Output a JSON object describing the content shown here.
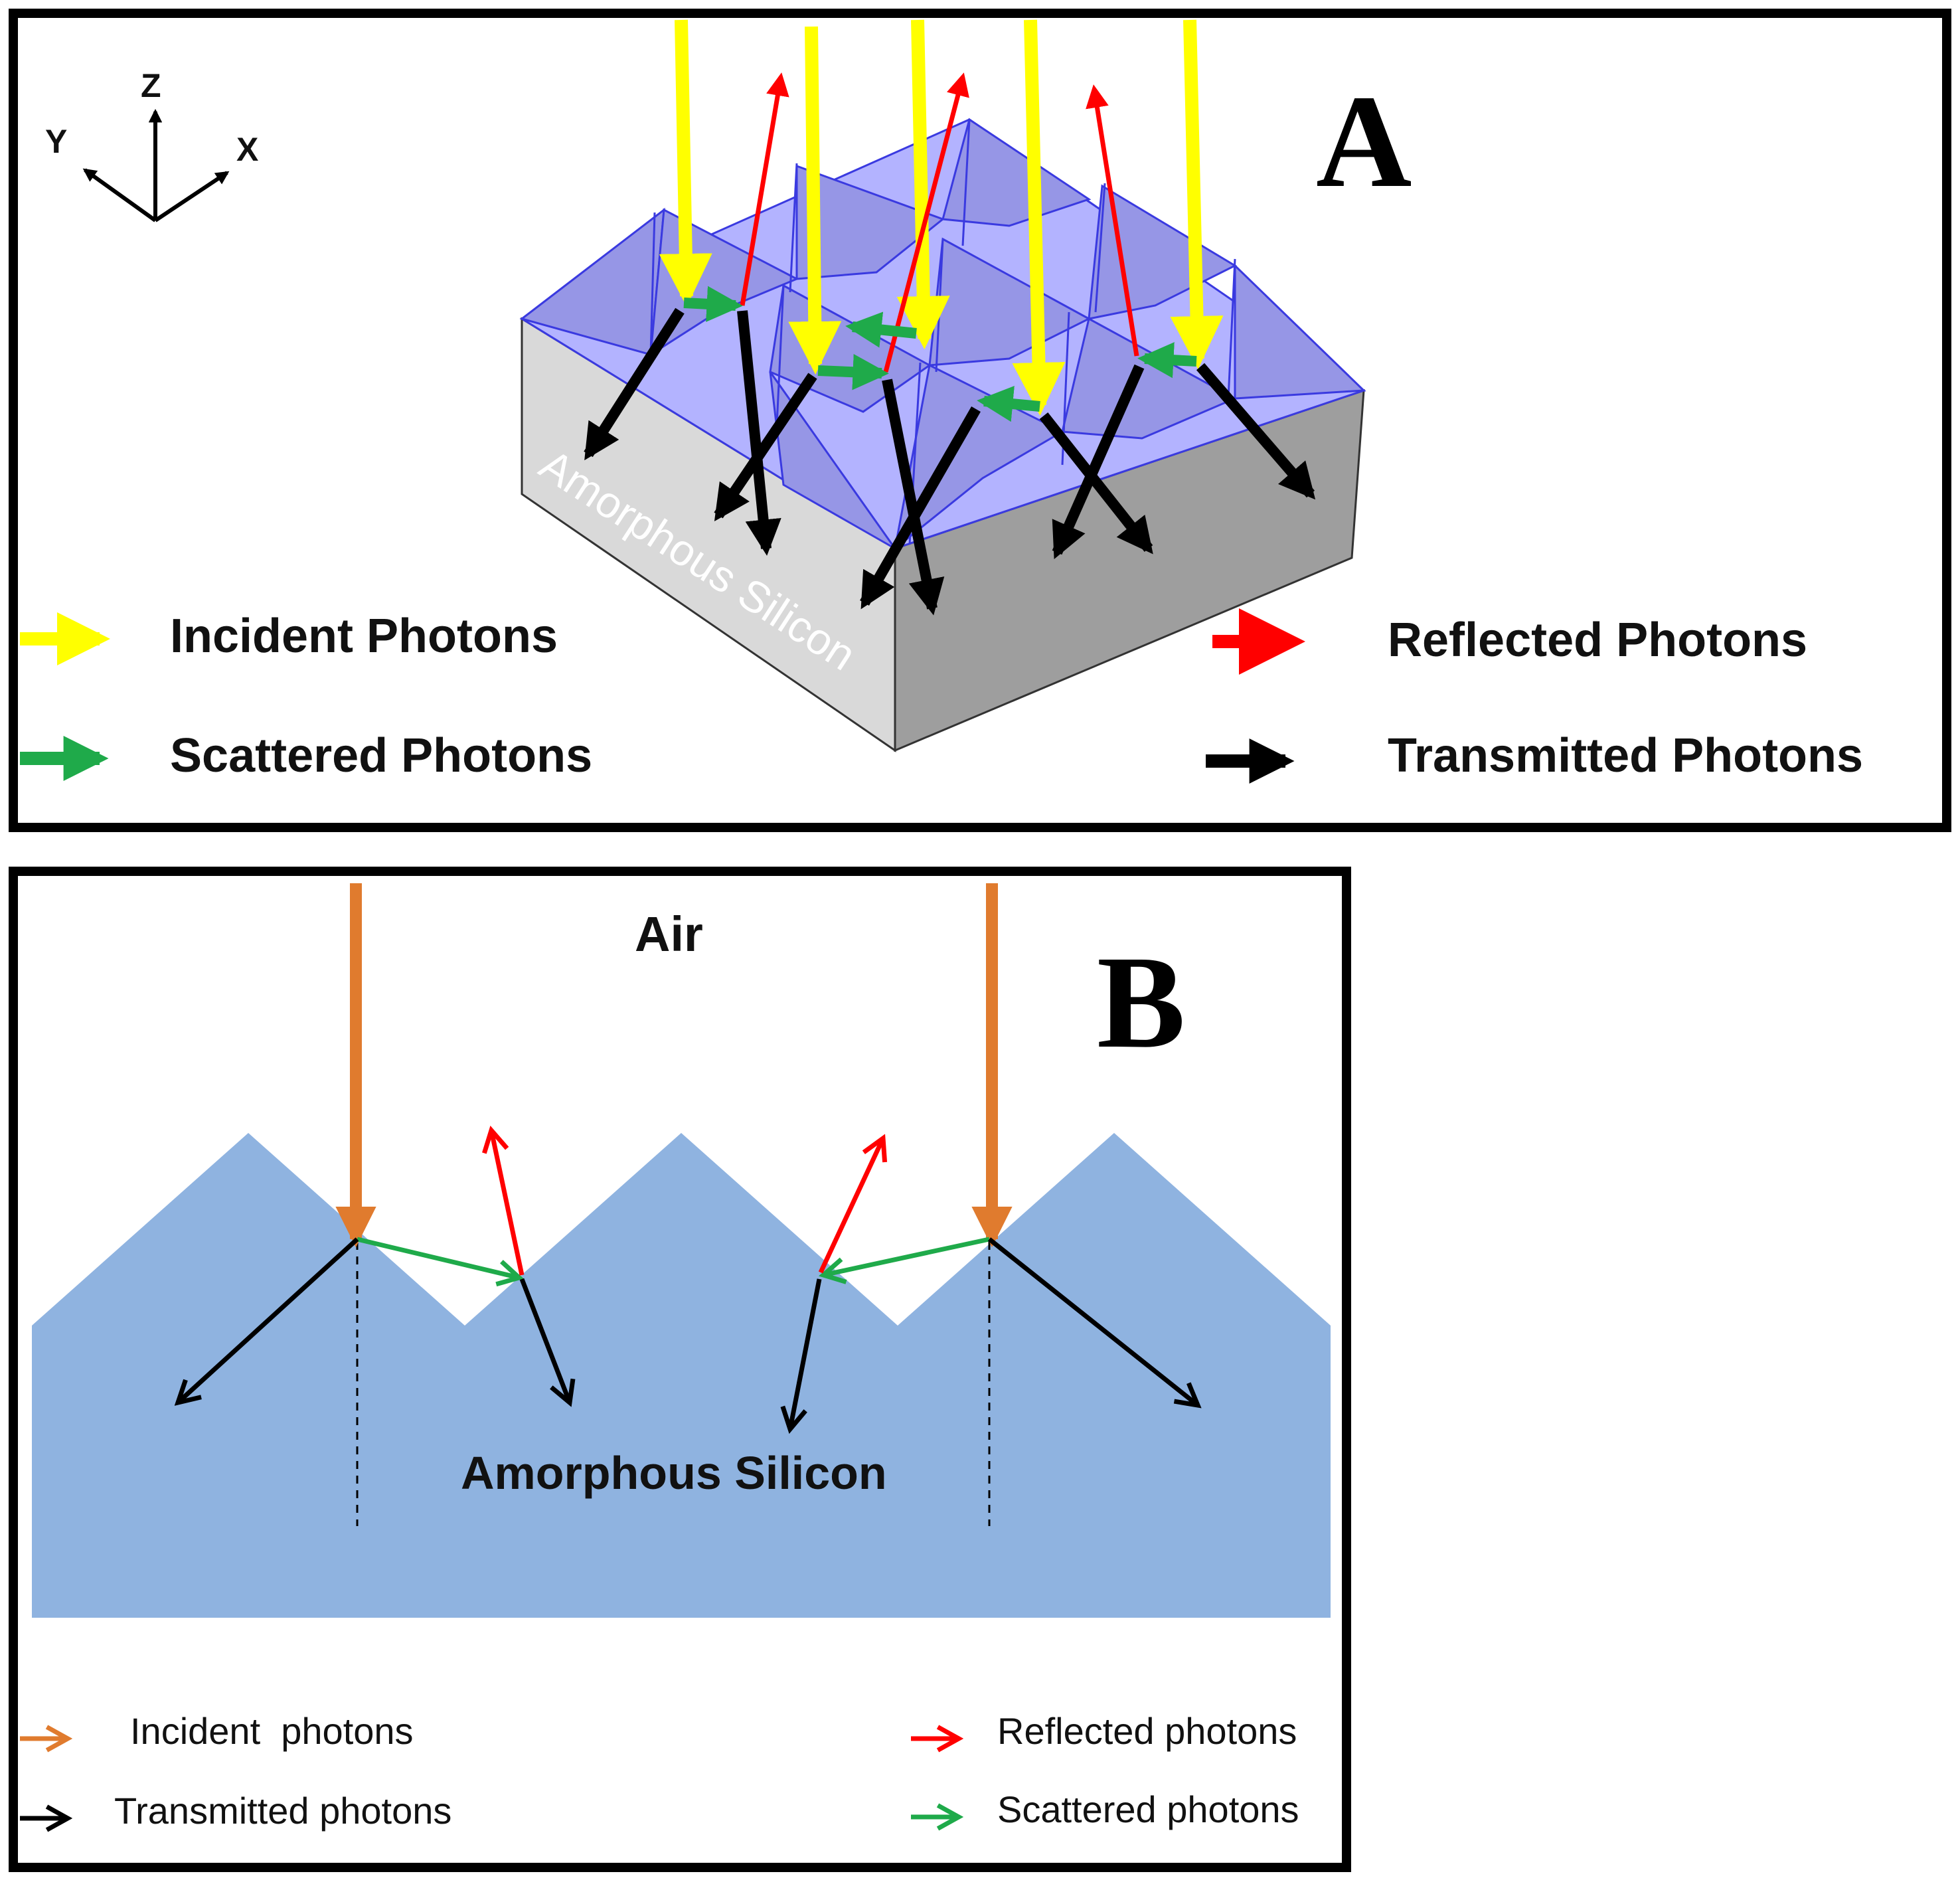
{
  "panel_a": {
    "letter": "A",
    "axes": {
      "z": "Z",
      "y": "Y",
      "x": "X"
    },
    "substrate_label": "Amorphous Silicon",
    "legend": {
      "incident": "Incident Photons",
      "scattered": "Scattered Photons",
      "reflected": "Reflected Photons",
      "transmitted": "Transmitted Photons"
    }
  },
  "panel_b": {
    "letter": "B",
    "air_label": "Air",
    "substrate_label": "Amorphous Silicon",
    "legend": {
      "incident": "Incident  photons",
      "transmitted": "Transmitted photons",
      "reflected": "Reflected photons",
      "scattered": "Scattered photons"
    }
  },
  "colors": {
    "incident_a": "#ffff00",
    "incident_b": "#e07b2e",
    "scattered": "#1faa4a",
    "reflected": "#ff0000",
    "transmitted": "#000000",
    "pyramid": "#b3b3ff",
    "substrate_a": "#c8c8c8",
    "substrate_b": "#8fb3e0"
  }
}
